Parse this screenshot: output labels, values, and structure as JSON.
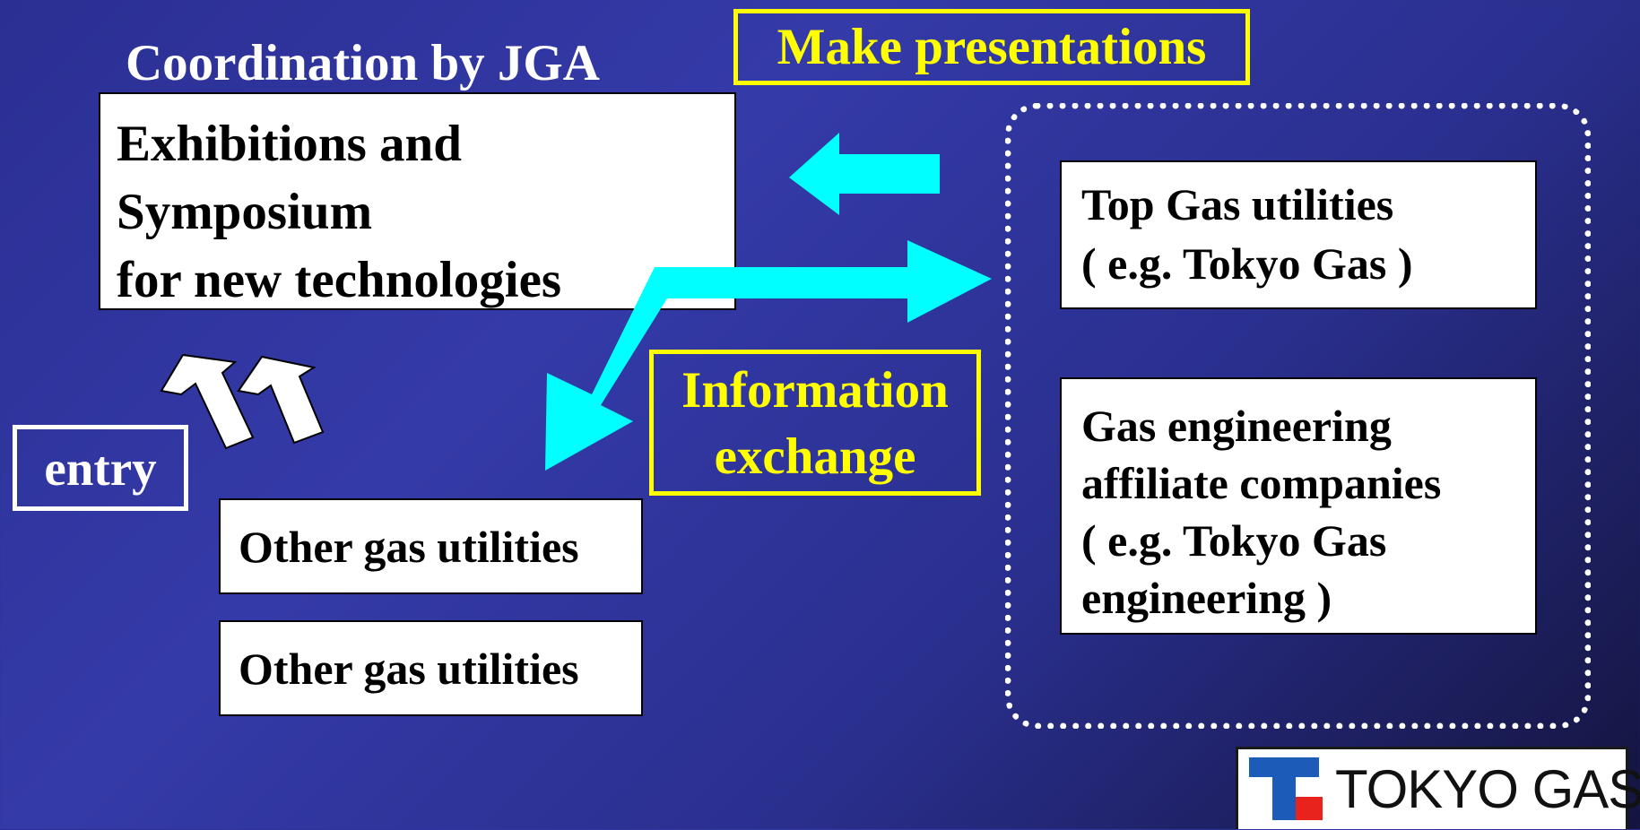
{
  "coordination_title": "Coordination by JGA",
  "make_presentations": "Make presentations",
  "exhibition": {
    "lines": [
      "Exhibitions and",
      "Symposium",
      "for new technologies"
    ]
  },
  "top_gas": {
    "lines": [
      "Top Gas utilities",
      "( e.g. Tokyo Gas )"
    ]
  },
  "gas_engineering": {
    "lines": [
      "Gas engineering",
      "affiliate companies",
      "( e.g. Tokyo Gas",
      "engineering )"
    ]
  },
  "info_exchange": {
    "lines": [
      "Information",
      "exchange"
    ]
  },
  "entry_label": "entry",
  "other_utilities": [
    "Other gas utilities",
    "Other gas utilities"
  ],
  "logo": {
    "text": "TOKYO GAS",
    "colors": {
      "blue": "#1d5bb8",
      "red": "#e8231e"
    }
  },
  "colors": {
    "highlight": "#ffff00",
    "arrow_cyan": "#00ffff",
    "background": "#2f35a0"
  }
}
